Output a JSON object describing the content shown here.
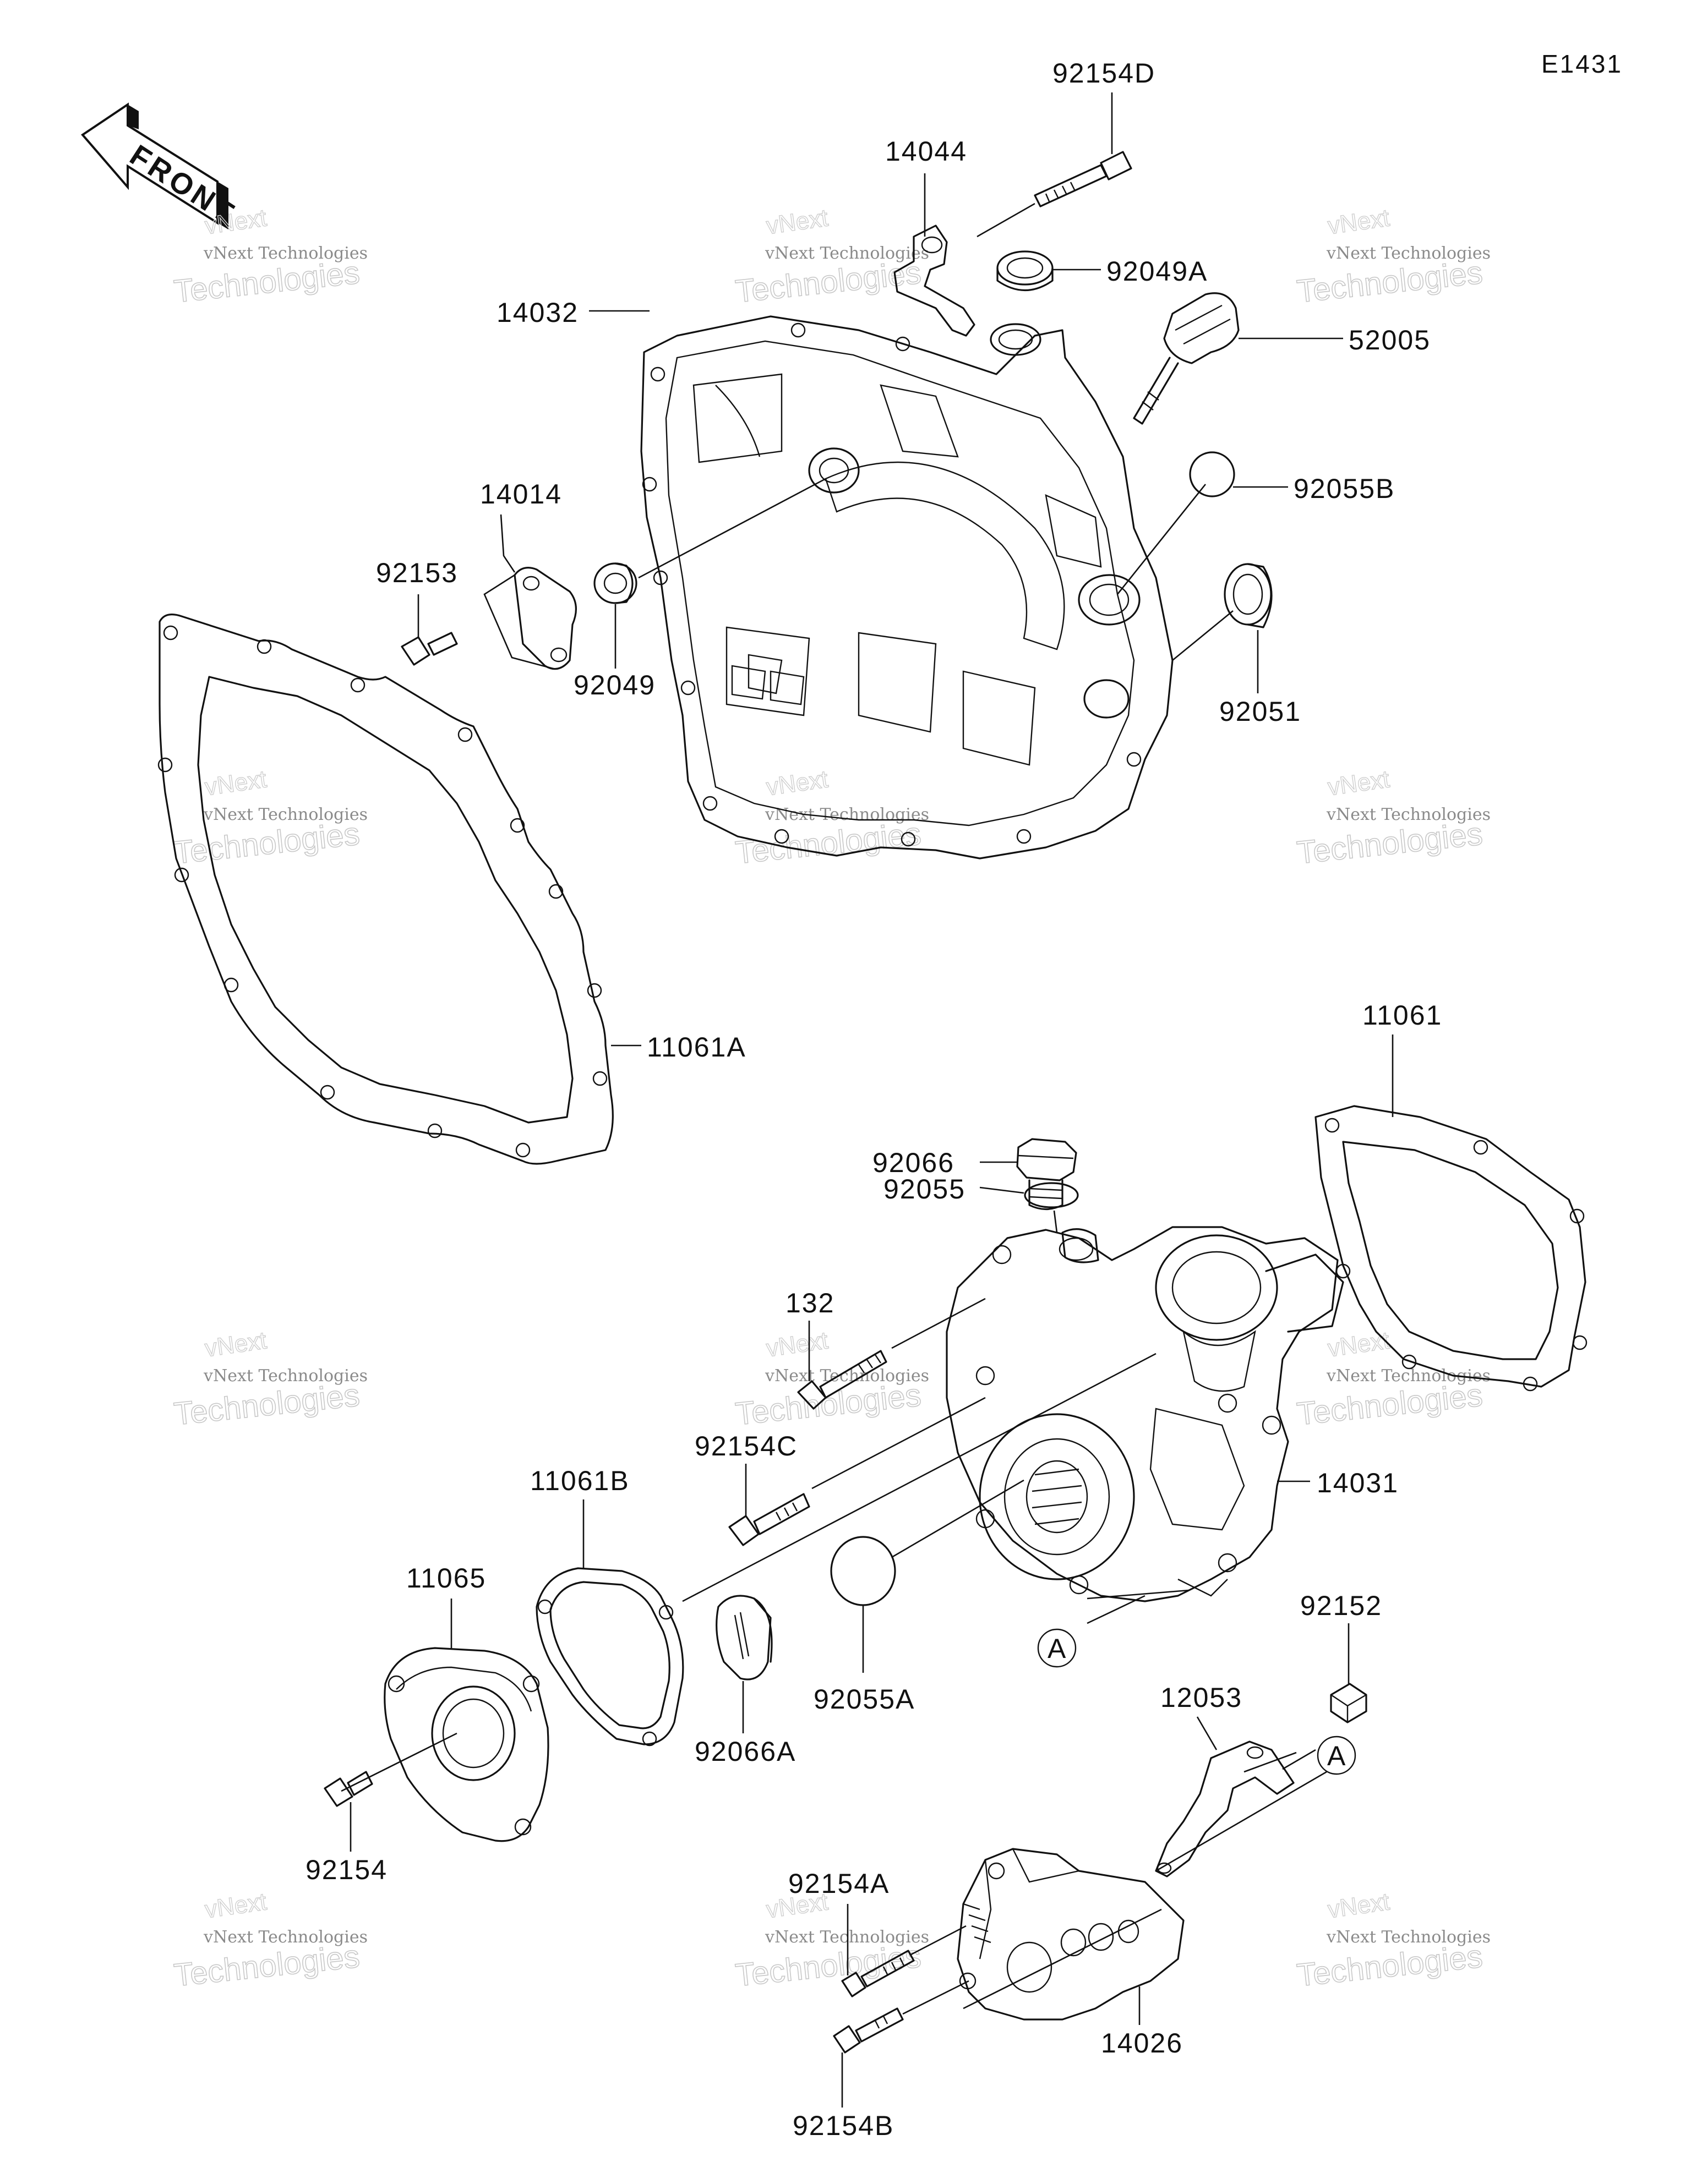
{
  "diagram_code": "E1431",
  "front_label": "FRONT",
  "watermark": {
    "line1": "vNext Technologies",
    "line2": "Technologies",
    "line3": "vNext"
  },
  "parts": [
    {
      "id": "p92154D",
      "label": "92154D"
    },
    {
      "id": "p14044",
      "label": "14044"
    },
    {
      "id": "p92049A",
      "label": "92049A"
    },
    {
      "id": "p14032",
      "label": "14032"
    },
    {
      "id": "p52005",
      "label": "52005"
    },
    {
      "id": "p92055B",
      "label": "92055B"
    },
    {
      "id": "p14014",
      "label": "14014"
    },
    {
      "id": "p92153",
      "label": "92153"
    },
    {
      "id": "p92049",
      "label": "92049"
    },
    {
      "id": "p92051",
      "label": "92051"
    },
    {
      "id": "p11061A",
      "label": "11061A"
    },
    {
      "id": "p11061",
      "label": "11061"
    },
    {
      "id": "p92066",
      "label": "92066"
    },
    {
      "id": "p92055",
      "label": "92055"
    },
    {
      "id": "p132",
      "label": "132"
    },
    {
      "id": "p92154C",
      "label": "92154C"
    },
    {
      "id": "p14031",
      "label": "14031"
    },
    {
      "id": "p11061B",
      "label": "11061B"
    },
    {
      "id": "p11065",
      "label": "11065"
    },
    {
      "id": "p92152",
      "label": "92152"
    },
    {
      "id": "p12053",
      "label": "12053"
    },
    {
      "id": "p92055A",
      "label": "92055A"
    },
    {
      "id": "p92066A",
      "label": "92066A"
    },
    {
      "id": "p92154",
      "label": "92154"
    },
    {
      "id": "p92154A",
      "label": "92154A"
    },
    {
      "id": "p14026",
      "label": "14026"
    },
    {
      "id": "p92154B",
      "label": "92154B"
    }
  ],
  "callouts": [
    {
      "id": "refA1",
      "label": "A"
    },
    {
      "id": "refA2",
      "label": "A"
    }
  ]
}
